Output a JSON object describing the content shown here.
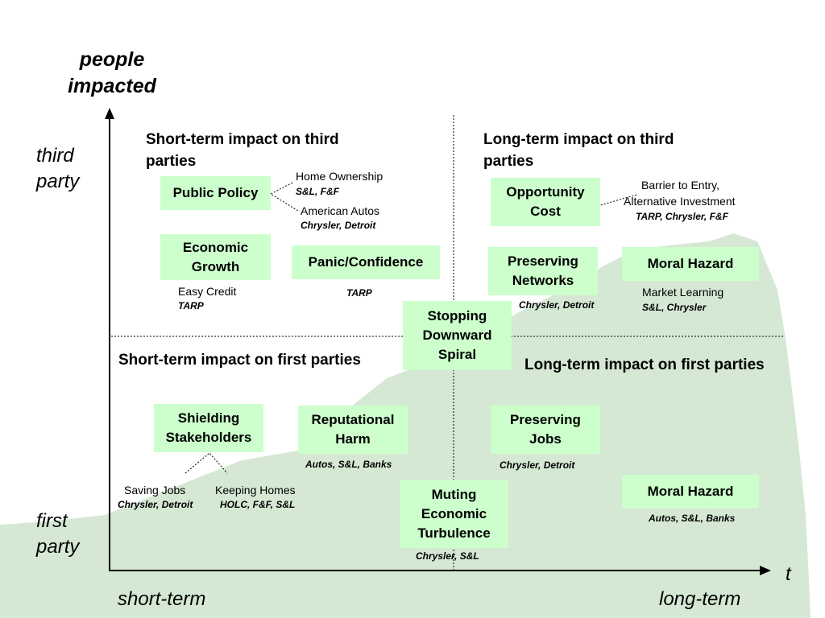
{
  "axis": {
    "y_title": "people\nimpacted",
    "x_title": "t",
    "y_top": "third\nparty",
    "y_bottom": "first\nparty",
    "x_left": "short-term",
    "x_right": "long-term"
  },
  "quadrants": {
    "top_left": "Short-term impact on third\nparties",
    "top_right": "Long-term impact on third\nparties",
    "bottom_left": "Short-term impact on first parties",
    "bottom_right": "Long-term impact on first parties"
  },
  "boxes": {
    "public_policy": "Public Policy",
    "economic_growth": "Economic\nGrowth",
    "panic_confidence": "Panic/Confidence",
    "opportunity_cost": "Opportunity\nCost",
    "preserving_networks": "Preserving\nNetworks",
    "moral_hazard_top": "Moral Hazard",
    "stopping_downward_spiral": "Stopping\nDownward\nSpiral",
    "shielding_stakeholders": "Shielding\nStakeholders",
    "reputational_harm": "Reputational\nHarm",
    "preserving_jobs": "Preserving\nJobs",
    "muting_economic_turbulence": "Muting\nEconomic\nTurbulence",
    "moral_hazard_bottom": "Moral Hazard"
  },
  "notes": {
    "home_ownership": "Home Ownership",
    "home_ownership_ex": "S&L, F&F",
    "american_autos": "American Autos",
    "american_autos_ex": "Chrysler, Detroit",
    "easy_credit": "Easy Credit",
    "easy_credit_ex": "TARP",
    "panic_ex": "TARP",
    "barrier_line1": "Barrier to Entry,",
    "barrier_line2": "Alternative Investment",
    "barrier_ex": "TARP, Chrysler, F&F",
    "preserving_networks_ex": "Chrysler, Detroit",
    "market_learning": "Market Learning",
    "market_learning_ex": "S&L, Chrysler",
    "saving_jobs": "Saving Jobs",
    "saving_jobs_ex": "Chrysler, Detroit",
    "keeping_homes": "Keeping Homes",
    "keeping_homes_ex": "HOLC, F&F, S&L",
    "reputational_ex": "Autos, S&L, Banks",
    "preserving_jobs_ex": "Chrysler, Detroit",
    "muting_ex": "Chrysler, S&L",
    "moral_hazard_bottom_ex": "Autos, S&L, Banks"
  },
  "colors": {
    "box_fill": "#ccffcc",
    "area_fill": "#d5e8d4",
    "axis": "#000000"
  }
}
